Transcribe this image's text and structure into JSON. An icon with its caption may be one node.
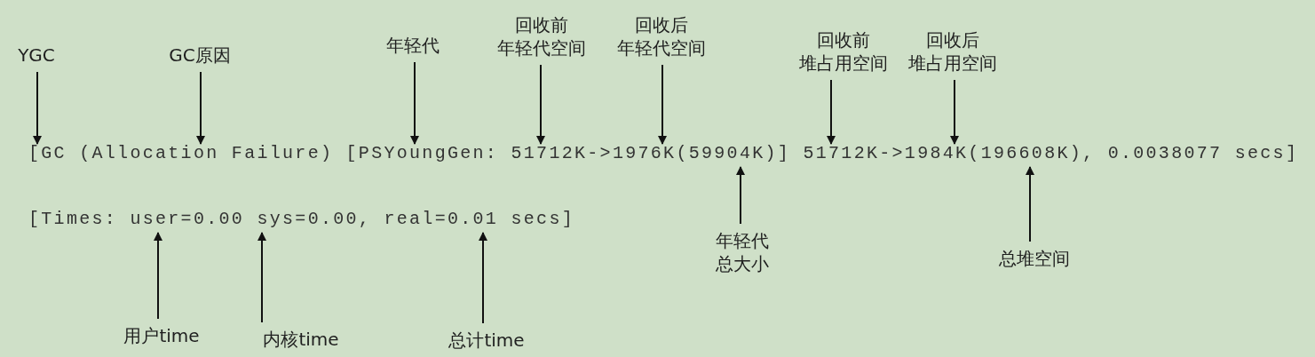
{
  "diagram": {
    "nodes": [
      {
        "text": [
          "YGC"
        ]
      },
      {
        "text": [
          "GC原因"
        ]
      },
      {
        "text": [
          "年轻代"
        ]
      },
      {
        "text": [
          "回收前",
          "年轻代空间"
        ]
      },
      {
        "text": [
          "回收后",
          "年轻代空间"
        ]
      },
      {
        "text": [
          "回收前",
          "堆占用空间"
        ]
      },
      {
        "text": [
          "回收后",
          "堆占用空间"
        ]
      },
      {
        "text": [
          "年轻代",
          "总大小"
        ]
      },
      {
        "text": [
          "总堆空间"
        ]
      },
      {
        "text": [
          "用户time"
        ]
      },
      {
        "text": [
          "内核time"
        ]
      },
      {
        "text": [
          "总计time"
        ]
      },
      {
        "text": [
          "[GC (Allocation Failure) [PSYoungGen: 51712K->1976K(59904K)] 51712K->1984K(196608K), 0.0038077 secs]"
        ]
      },
      {
        "text": [
          "[Times: user=0.00 sys=0.00, real=0.01 secs]"
        ]
      }
    ],
    "edges": [
      {
        "from": 0,
        "to": 12,
        "arrow": "to"
      },
      {
        "from": 1,
        "to": 12,
        "arrow": "to"
      },
      {
        "from": 2,
        "to": 12,
        "arrow": "to"
      },
      {
        "from": 3,
        "to": 12,
        "arrow": "to"
      },
      {
        "from": 4,
        "to": 12,
        "arrow": "to"
      },
      {
        "from": 5,
        "to": 12,
        "arrow": "to"
      },
      {
        "from": 6,
        "to": 12,
        "arrow": "to"
      },
      {
        "from": 7,
        "to": 12,
        "arrow": "to"
      },
      {
        "from": 8,
        "to": 12,
        "arrow": "to"
      },
      {
        "from": 9,
        "to": 13,
        "arrow": "to"
      },
      {
        "from": 10,
        "to": 13,
        "arrow": "to"
      },
      {
        "from": 11,
        "to": 13,
        "arrow": "to"
      }
    ]
  }
}
